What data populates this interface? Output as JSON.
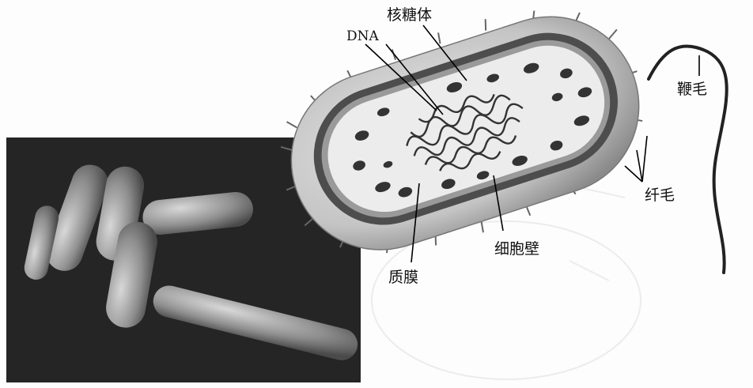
{
  "labels": {
    "ribosome": "核糖体",
    "dna": "DNA",
    "flagellum": "鞭毛",
    "pili": "纤毛",
    "cell_wall": "细胞壁",
    "plasma_membrane": "质膜"
  },
  "colors": {
    "photo_background": "#2b2b2b",
    "cell_capsule": "#cfcfcf",
    "cell_wall": "#555555",
    "cytoplasm": "#ececec",
    "ribosome": "#333333",
    "leader_line": "#000000"
  }
}
